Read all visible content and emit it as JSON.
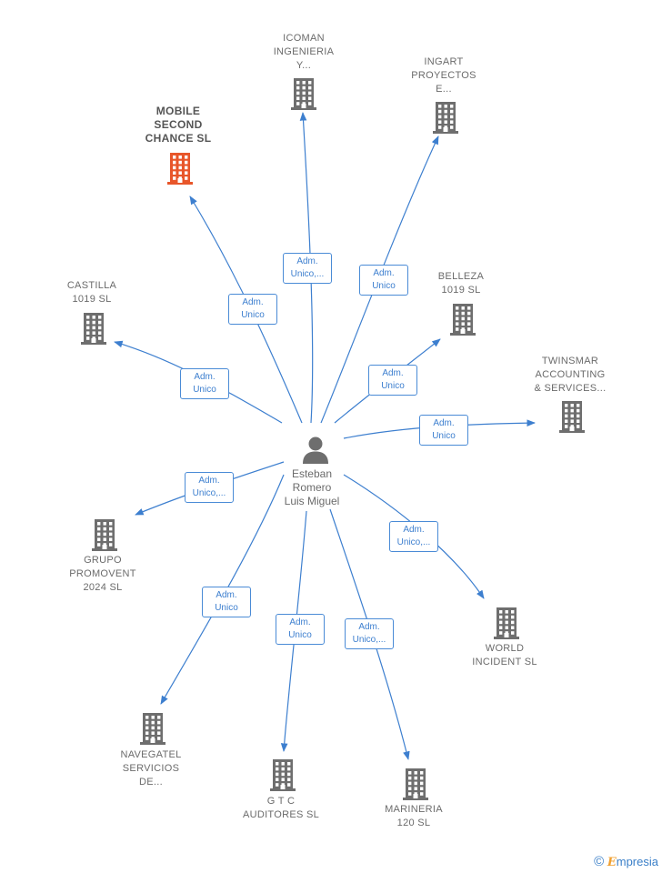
{
  "center": {
    "label": "Esteban\nRomero\nLuis Miguel"
  },
  "colors": {
    "edge": "#3d7fcf",
    "node": "#6e6e6e",
    "highlight": "#e8562a"
  },
  "nodes": [
    {
      "id": "icoman",
      "label": "ICOMAN\nINGENIERIA\nY...",
      "role": "Adm.\nUnico,...",
      "highlight": false
    },
    {
      "id": "ingart",
      "label": "INGART\nPROYECTOS\nE...",
      "role": "Adm.\nUnico",
      "highlight": false
    },
    {
      "id": "mobile",
      "label": "MOBILE\nSECOND\nCHANCE  SL",
      "role": "Adm.\nUnico",
      "highlight": true
    },
    {
      "id": "castilla",
      "label": "CASTILLA\n1019  SL",
      "role": "Adm.\nUnico",
      "highlight": false
    },
    {
      "id": "belleza",
      "label": "BELLEZA\n1019  SL",
      "role": "Adm.\nUnico",
      "highlight": false
    },
    {
      "id": "twinsmar",
      "label": "TWINSMAR\nACCOUNTING\n& SERVICES...",
      "role": "Adm.\nUnico",
      "highlight": false
    },
    {
      "id": "grupo",
      "label": "GRUPO\nPROMOVENT\n2024  SL",
      "role": "Adm.\nUnico,...",
      "highlight": false
    },
    {
      "id": "world",
      "label": "WORLD\nINCIDENT SL",
      "role": "Adm.\nUnico,...",
      "highlight": false
    },
    {
      "id": "navegatel",
      "label": "NAVEGATEL\nSERVICIOS\nDE...",
      "role": "Adm.\nUnico",
      "highlight": false
    },
    {
      "id": "gtc",
      "label": "G T C\nAUDITORES SL",
      "role": "Adm.\nUnico",
      "highlight": false
    },
    {
      "id": "marineria",
      "label": "MARINERIA\n120  SL",
      "role": "Adm.\nUnico,...",
      "highlight": false
    }
  ],
  "brand": {
    "copyright": "©",
    "name_initial": "E",
    "name_rest": "mpresia"
  }
}
